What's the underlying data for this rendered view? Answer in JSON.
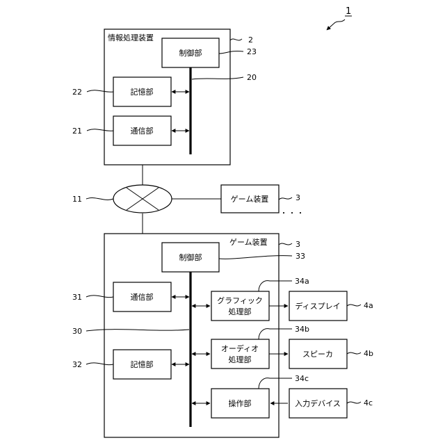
{
  "figure_ref": "1",
  "info_device": {
    "title": "情報処理装置",
    "ref": "2",
    "control": {
      "label": "制御部",
      "ref": "23"
    },
    "bus_ref": "20",
    "storage": {
      "label": "記憶部",
      "ref": "22"
    },
    "comm": {
      "label": "通信部",
      "ref": "21"
    }
  },
  "network": {
    "ref": "11"
  },
  "other_game": {
    "label": "ゲーム装置",
    "ref": "3",
    "ellipsis": "・・・"
  },
  "game_device": {
    "title": "ゲーム装置",
    "ref": "3",
    "control": {
      "label": "制御部",
      "ref": "33"
    },
    "bus_ref": "30",
    "comm": {
      "label": "通信部",
      "ref": "31"
    },
    "storage": {
      "label": "記憶部",
      "ref": "32"
    },
    "graphics": {
      "line1": "グラフィック",
      "line2": "処理部",
      "ref": "34a"
    },
    "audio": {
      "line1": "オーディオ",
      "line2": "処理部",
      "ref": "34b"
    },
    "operation": {
      "label": "操作部",
      "ref": "34c"
    },
    "display": {
      "label": "ディスプレイ",
      "ref": "4a"
    },
    "speaker": {
      "label": "スピーカ",
      "ref": "4b"
    },
    "input": {
      "label": "入力デバイス",
      "ref": "4c"
    }
  }
}
